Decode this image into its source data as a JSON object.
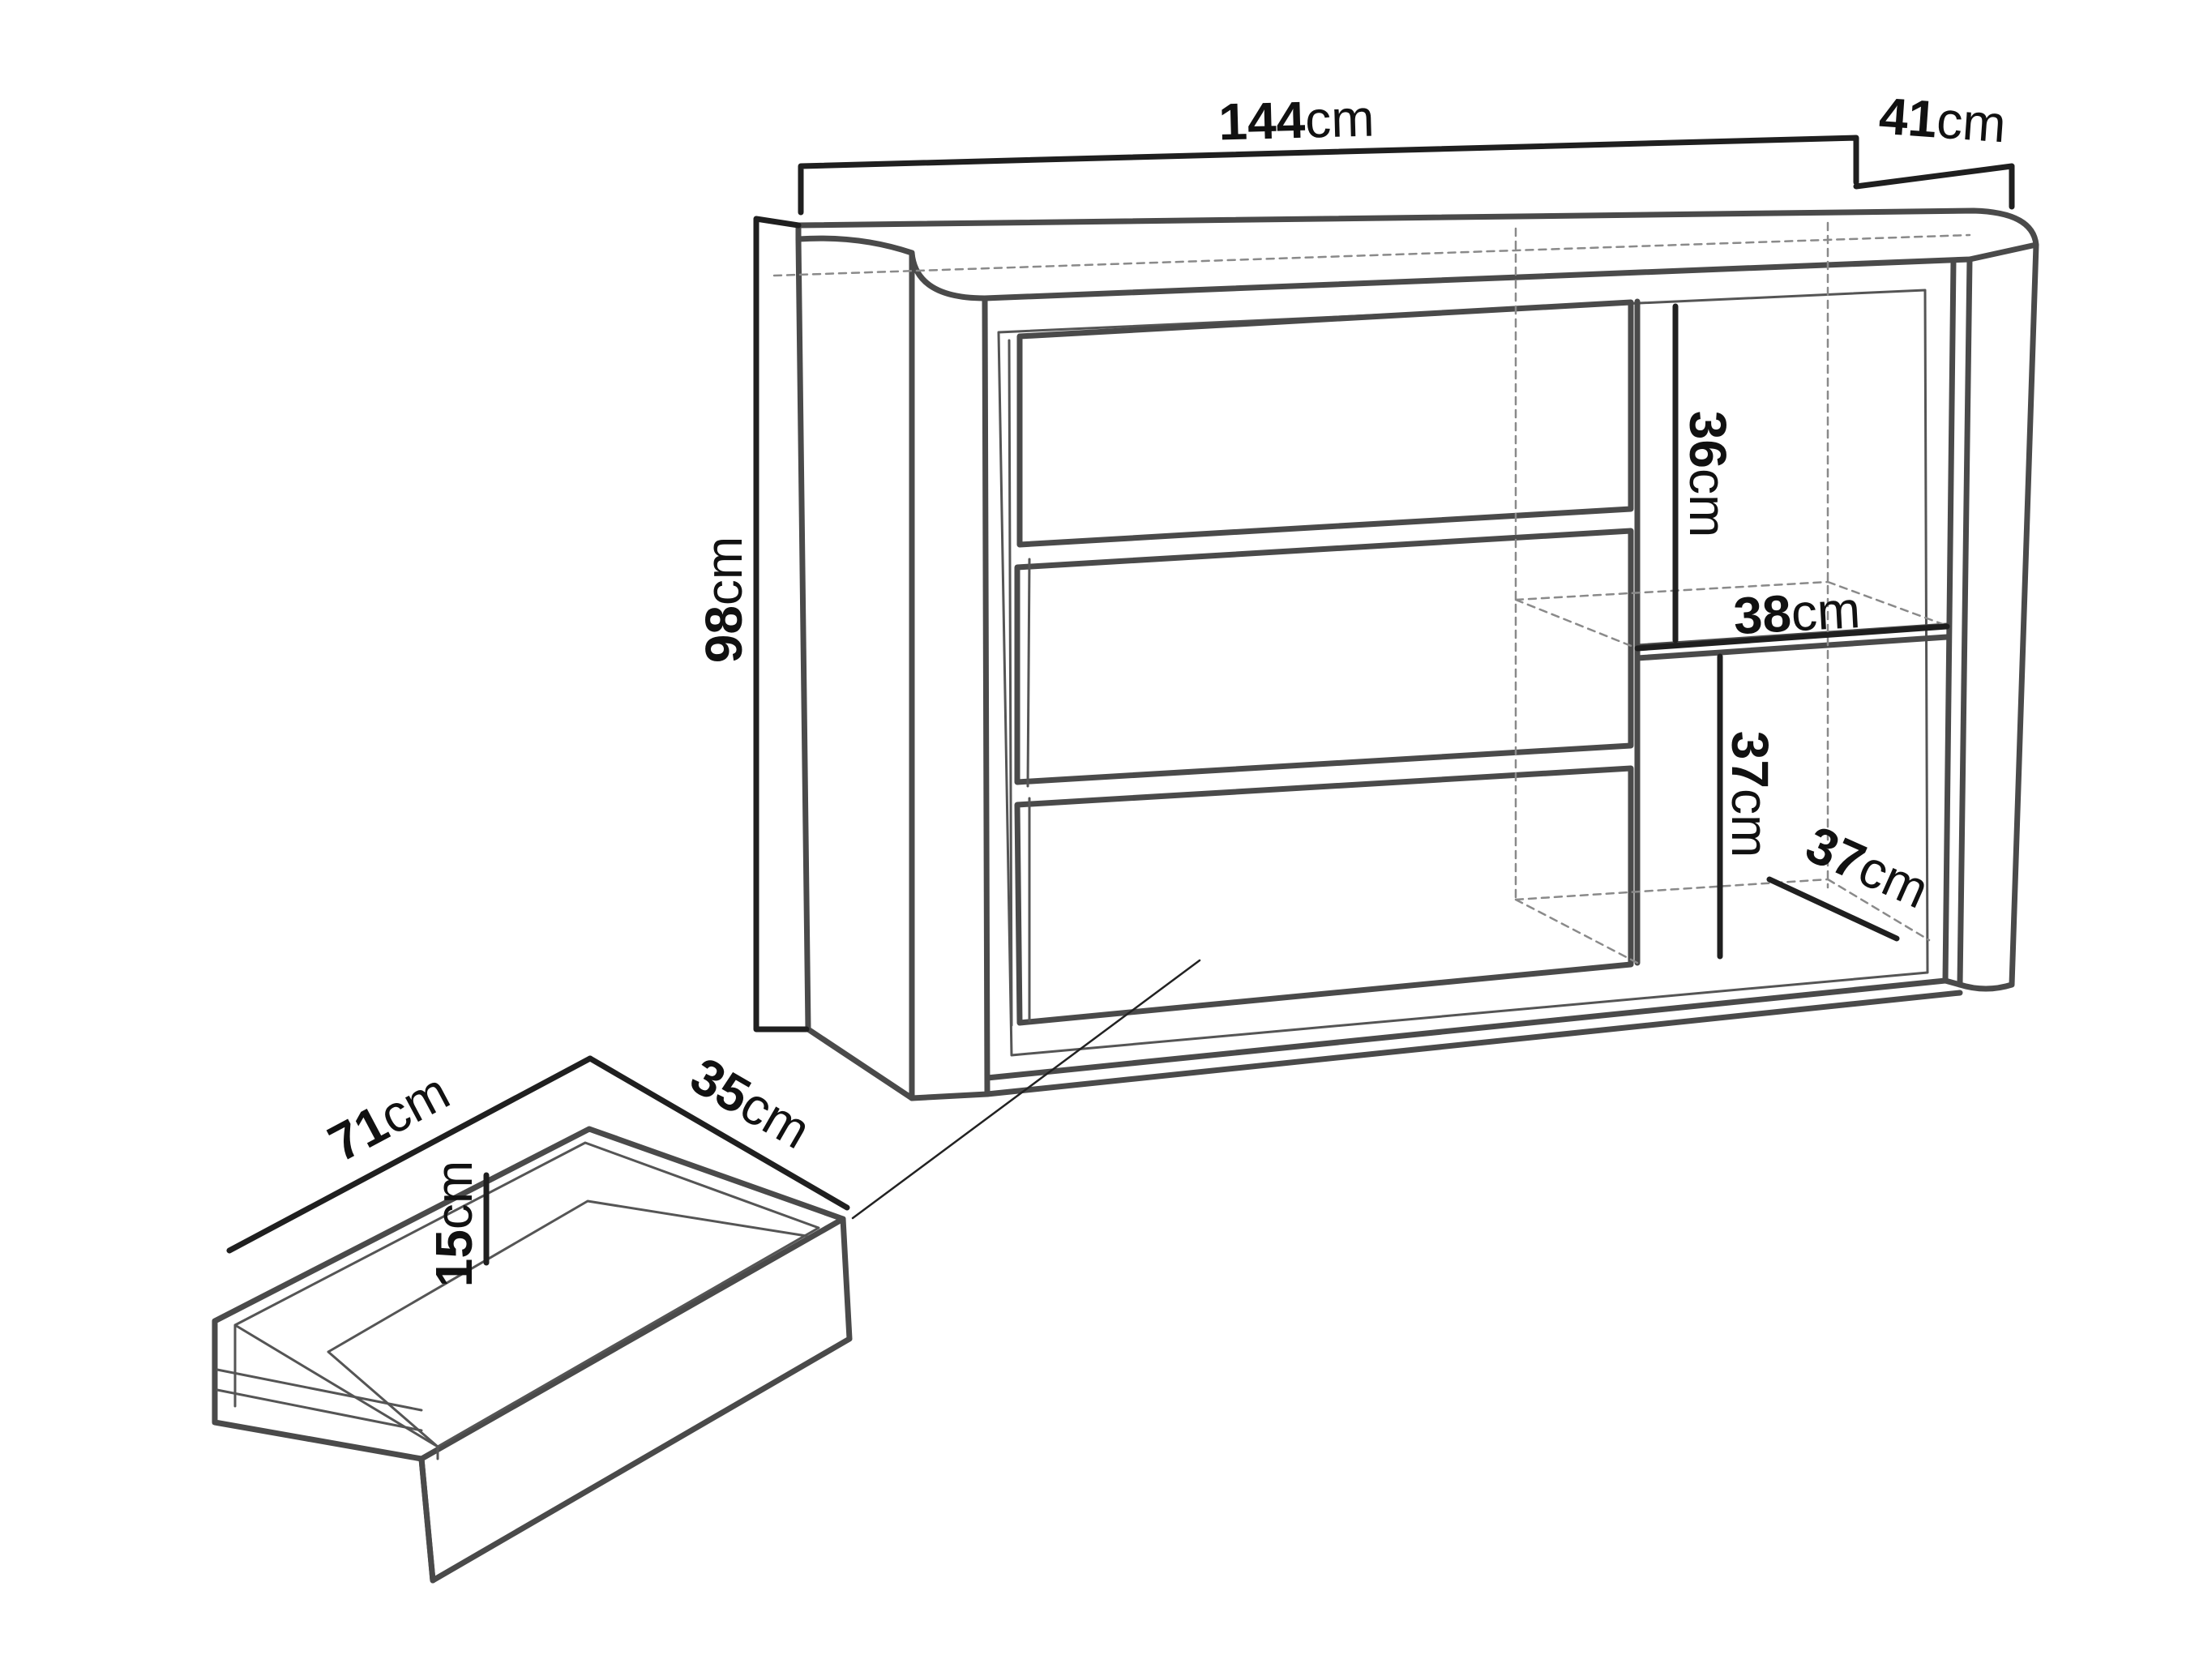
{
  "colors": {
    "outline": "#4a4a4a",
    "dimension_line": "#1f1f1f",
    "hidden_line": "#8a8a8a",
    "text": "#111111",
    "background": "#ffffff"
  },
  "dimensions": {
    "width": {
      "value": "144",
      "unit": "cm"
    },
    "depth": {
      "value": "41",
      "unit": "cm"
    },
    "height": {
      "value": "98",
      "unit": "cm"
    },
    "shelf_upper": {
      "value": "36",
      "unit": "cm"
    },
    "shelf_width": {
      "value": "38",
      "unit": "cm"
    },
    "shelf_lower": {
      "value": "37",
      "unit": "cm"
    },
    "shelf_depth": {
      "value": "37",
      "unit": "cm"
    },
    "drawer_width": {
      "value": "71",
      "unit": "cm"
    },
    "drawer_depth": {
      "value": "35",
      "unit": "cm"
    },
    "drawer_height": {
      "value": "15",
      "unit": "cm"
    }
  }
}
